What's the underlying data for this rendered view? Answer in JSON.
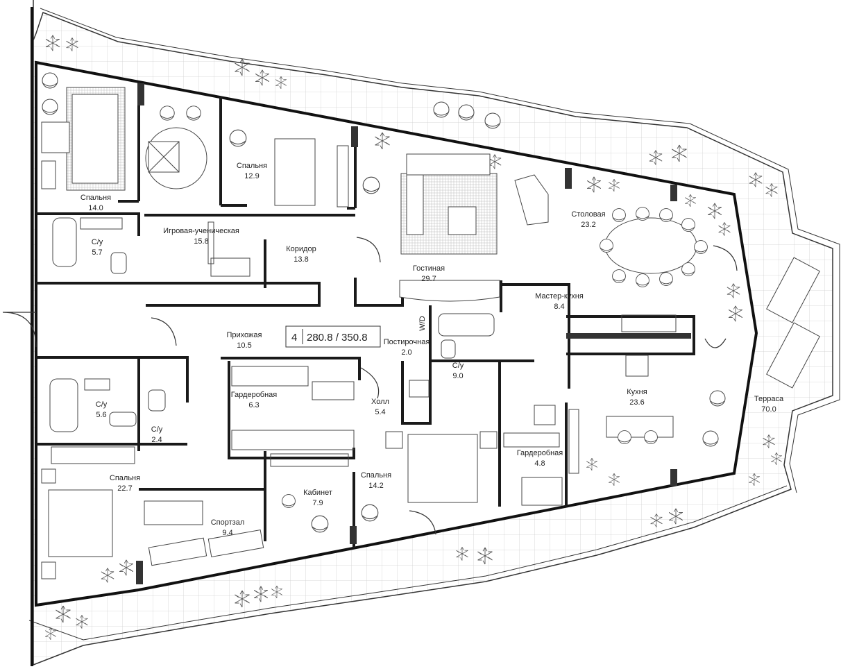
{
  "summary": {
    "rooms_count": "4",
    "area": "280.8 / 350.8"
  },
  "rooms": [
    {
      "id": "bedroom-nw",
      "name": "Спальня",
      "area": "14.0"
    },
    {
      "id": "bath-nw",
      "name": "С/у",
      "area": "5.7"
    },
    {
      "id": "playroom",
      "name": "Игровая-ученическая",
      "area": "15.8"
    },
    {
      "id": "bedroom-n",
      "name": "Спальня",
      "area": "12.9"
    },
    {
      "id": "corridor",
      "name": "Коридор",
      "area": "13.8"
    },
    {
      "id": "living",
      "name": "Гостиная",
      "area": "29.7"
    },
    {
      "id": "dining",
      "name": "Столовая",
      "area": "23.2"
    },
    {
      "id": "master-kitchen",
      "name": "Мастер-кухня",
      "area": "8.4"
    },
    {
      "id": "hall-entry",
      "name": "Прихожая",
      "area": "10.5"
    },
    {
      "id": "laundry",
      "name": "Постирочная",
      "area": "2.0"
    },
    {
      "id": "bath-center",
      "name": "С/у",
      "area": "9.0"
    },
    {
      "id": "kitchen",
      "name": "Кухня",
      "area": "23.6"
    },
    {
      "id": "terrace",
      "name": "Терраса",
      "area": "70.0"
    },
    {
      "id": "bath-sw1",
      "name": "С/у",
      "area": "5.6"
    },
    {
      "id": "bath-sw2",
      "name": "С/у",
      "area": "2.4"
    },
    {
      "id": "wardrobe-1",
      "name": "Гардеробная",
      "area": "6.3"
    },
    {
      "id": "hallway",
      "name": "Холл",
      "area": "5.4"
    },
    {
      "id": "bedroom-sw",
      "name": "Спальня",
      "area": "22.7"
    },
    {
      "id": "gym",
      "name": "Спортзал",
      "area": "9.4"
    },
    {
      "id": "study",
      "name": "Кабинет",
      "area": "7.9"
    },
    {
      "id": "bedroom-s",
      "name": "Спальня",
      "area": "14.2"
    },
    {
      "id": "wardrobe-2",
      "name": "Гардеробная",
      "area": "4.8"
    }
  ],
  "fixtures": {
    "washer_label": "W/D"
  },
  "colors": {
    "wall": "#1a1a1a",
    "terrace_grid": "#c8c8c8",
    "plant": "#555555",
    "line": "#333333"
  }
}
